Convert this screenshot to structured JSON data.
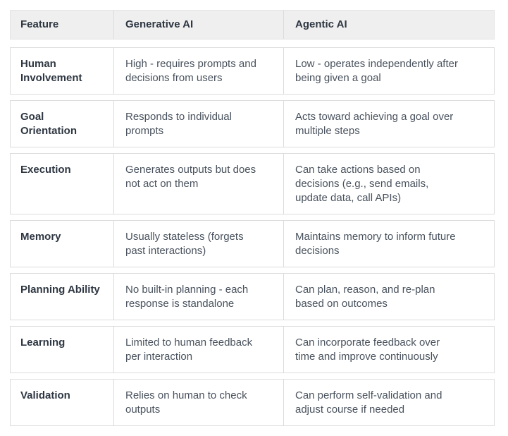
{
  "colors": {
    "page_background": "#ffffff",
    "header_background": "#efefef",
    "row_border": "#dcdcdc",
    "heading_text": "#2e3742",
    "body_text": "#49525d"
  },
  "table": {
    "columns": [
      "Feature",
      "Generative AI",
      "Agentic AI"
    ],
    "rows": [
      {
        "feature": "Human\nInvolvement",
        "generative_ai": "High - requires prompts and\ndecisions from users",
        "agentic_ai": "Low - operates independently after\nbeing given a goal"
      },
      {
        "feature": "Goal\nOrientation",
        "generative_ai": "Responds to individual\nprompts",
        "agentic_ai": "Acts toward achieving a goal over\nmultiple steps"
      },
      {
        "feature": "Execution",
        "generative_ai": "Generates outputs but does\nnot act on them",
        "agentic_ai": "Can take actions based on\ndecisions (e.g., send emails,\nupdate data, call APIs)"
      },
      {
        "feature": "Memory",
        "generative_ai": "Usually stateless (forgets\npast interactions)",
        "agentic_ai": "Maintains memory to inform future\ndecisions"
      },
      {
        "feature": "Planning Ability",
        "generative_ai": "No built-in planning - each\nresponse is standalone",
        "agentic_ai": "Can plan, reason, and re-plan\nbased on outcomes"
      },
      {
        "feature": "Learning",
        "generative_ai": "Limited to human feedback\nper interaction",
        "agentic_ai": "Can incorporate feedback over\ntime and improve continuously"
      },
      {
        "feature": "Validation",
        "generative_ai": "Relies on human to check\noutputs",
        "agentic_ai": "Can perform self-validation and\nadjust course if needed"
      }
    ]
  }
}
